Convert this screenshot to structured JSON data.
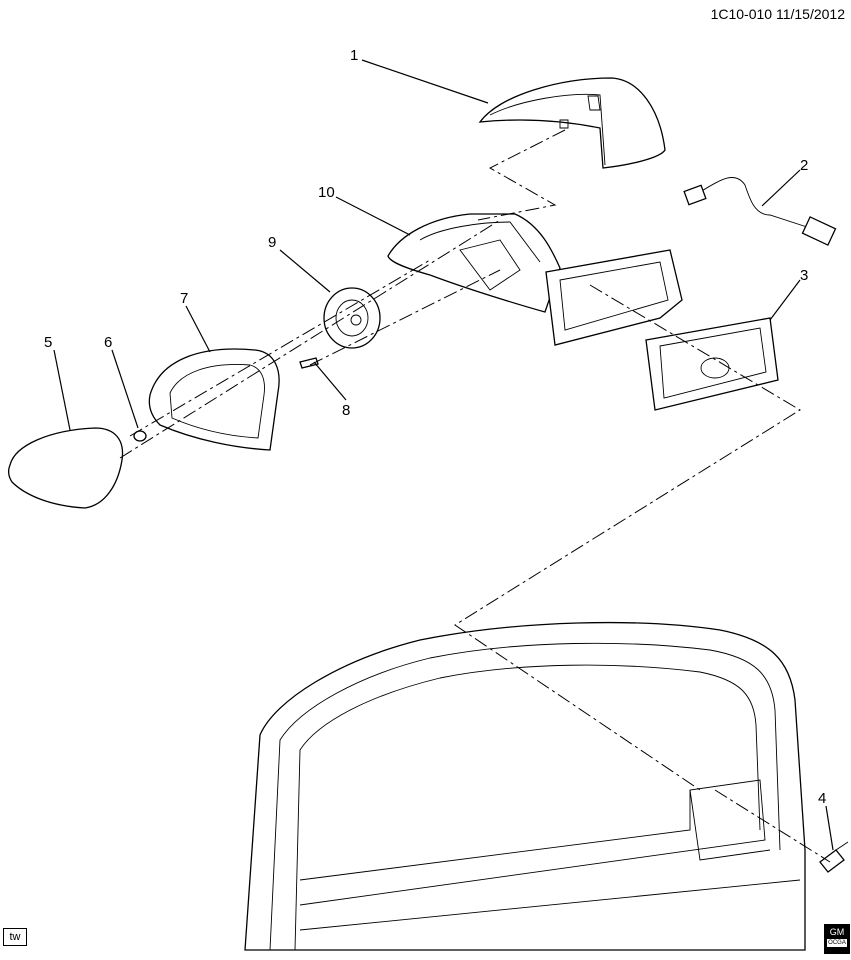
{
  "header": {
    "ref": "1C10-010  11/15/2012"
  },
  "footer": {
    "tw_label": "tw",
    "logo_text": "GM",
    "logo_sub": "OCGA"
  },
  "callouts": [
    {
      "label": "1"
    },
    {
      "label": "2"
    },
    {
      "label": "3"
    },
    {
      "label": "4"
    },
    {
      "label": "5"
    },
    {
      "label": "6"
    },
    {
      "label": "7"
    },
    {
      "label": "8"
    },
    {
      "label": "9"
    },
    {
      "label": "10"
    }
  ],
  "icons": {
    "logo": "gm-logo-icon"
  }
}
